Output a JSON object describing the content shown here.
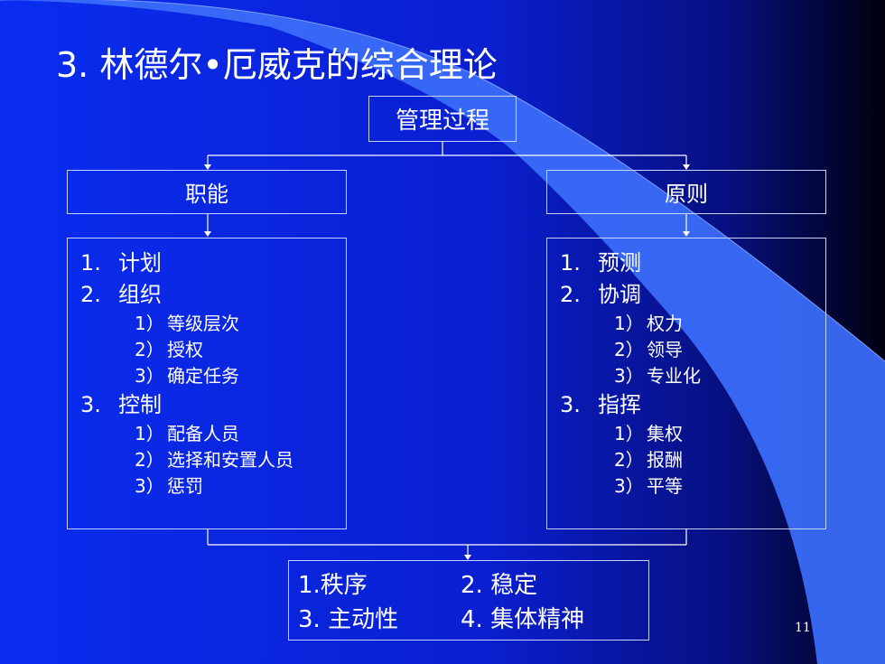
{
  "slide": {
    "title": "3. 林德尔•厄威克的综合理论",
    "page_number": "11"
  },
  "root": {
    "label": "管理过程"
  },
  "left": {
    "header": "职能",
    "items": [
      {
        "num": "1.",
        "label": "计划",
        "subs": []
      },
      {
        "num": "2.",
        "label": "组织",
        "subs": [
          {
            "num": "1）",
            "label": "等级层次"
          },
          {
            "num": "2）",
            "label": "授权"
          },
          {
            "num": "3）",
            "label": "确定任务"
          }
        ]
      },
      {
        "num": "3.",
        "label": "控制",
        "subs": [
          {
            "num": "1）",
            "label": "配备人员"
          },
          {
            "num": "2）",
            "label": "选择和安置人员"
          },
          {
            "num": "3）",
            "label": "惩罚"
          }
        ]
      }
    ]
  },
  "right": {
    "header": "原则",
    "items": [
      {
        "num": "1.",
        "label": "预测",
        "subs": []
      },
      {
        "num": "2.",
        "label": "协调",
        "subs": [
          {
            "num": "1）",
            "label": "权力"
          },
          {
            "num": "2）",
            "label": "领导"
          },
          {
            "num": "3）",
            "label": "专业化"
          }
        ]
      },
      {
        "num": "3.",
        "label": "指挥",
        "subs": [
          {
            "num": "1）",
            "label": "集权"
          },
          {
            "num": "2）",
            "label": "报酬"
          },
          {
            "num": "3）",
            "label": "平等"
          }
        ]
      }
    ]
  },
  "outcomes": {
    "row1": {
      "a": "1.秩序",
      "b": "2. 稳定"
    },
    "row2": {
      "a": "3. 主动性",
      "b": "4. 集体精神"
    }
  },
  "colors": {
    "background_left": "#0a2df0",
    "background_right": "#000010",
    "swoosh": "#3a6cf8",
    "text": "#ffffff"
  }
}
